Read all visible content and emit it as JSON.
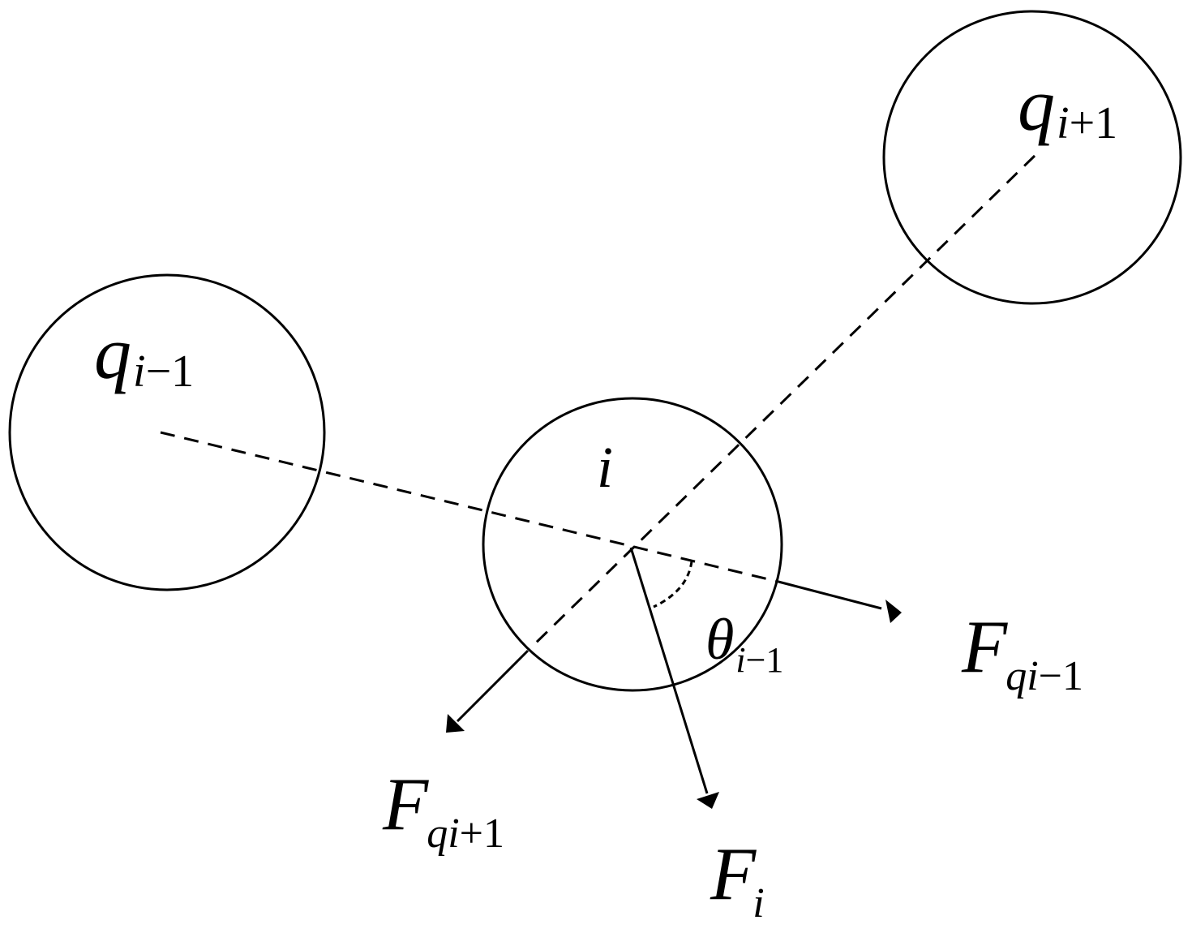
{
  "labels": {
    "q_prev": {
      "base": "q",
      "sub_var": "i",
      "sub_rest": "−1"
    },
    "q_next": {
      "base": "q",
      "sub_var": "i",
      "sub_rest": "+1"
    },
    "center": {
      "text": "i"
    },
    "theta": {
      "base": "θ",
      "sub_var": "i",
      "sub_rest": "−1"
    },
    "f_q_prev": {
      "base": "F",
      "sub_var": "qi",
      "sub_rest": "−1"
    },
    "f_q_next": {
      "base": "F",
      "sub_var": "qi",
      "sub_rest": "+1"
    },
    "f_i": {
      "base": "F",
      "sub_var": "i"
    }
  },
  "colors": {
    "stroke": "#000000",
    "background": "#ffffff"
  }
}
